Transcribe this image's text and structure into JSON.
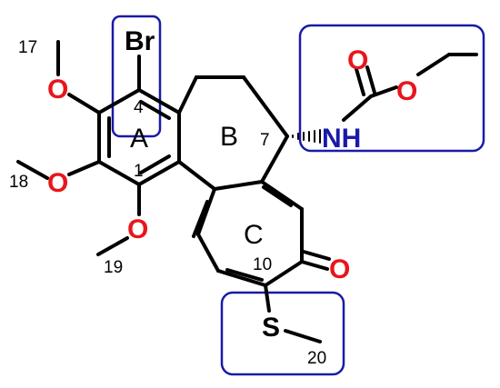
{
  "molecule": {
    "atoms": {
      "bromine": "Br",
      "oxygen_17": "O",
      "oxygen_18": "O",
      "oxygen_19": "O",
      "carbonyl_oxygen_carbamate": "O",
      "ester_oxygen_carbamate": "O",
      "amide_nitrogen": "NH",
      "ketone_oxygen": "O",
      "sulfur": "S"
    },
    "ring_labels": {
      "a": "A",
      "b": "B",
      "c": "C"
    },
    "position_numbers": {
      "p1": "1",
      "p4": "4",
      "p7": "7",
      "p10": "10",
      "p17": "17",
      "p18": "18",
      "p19": "19",
      "p20": "20"
    },
    "colors": {
      "oxygen": "#e8161b",
      "nitrogen": "#1a1aa8",
      "highlight_box": "#1a1aa8",
      "carbon_bond": "#000000"
    }
  }
}
